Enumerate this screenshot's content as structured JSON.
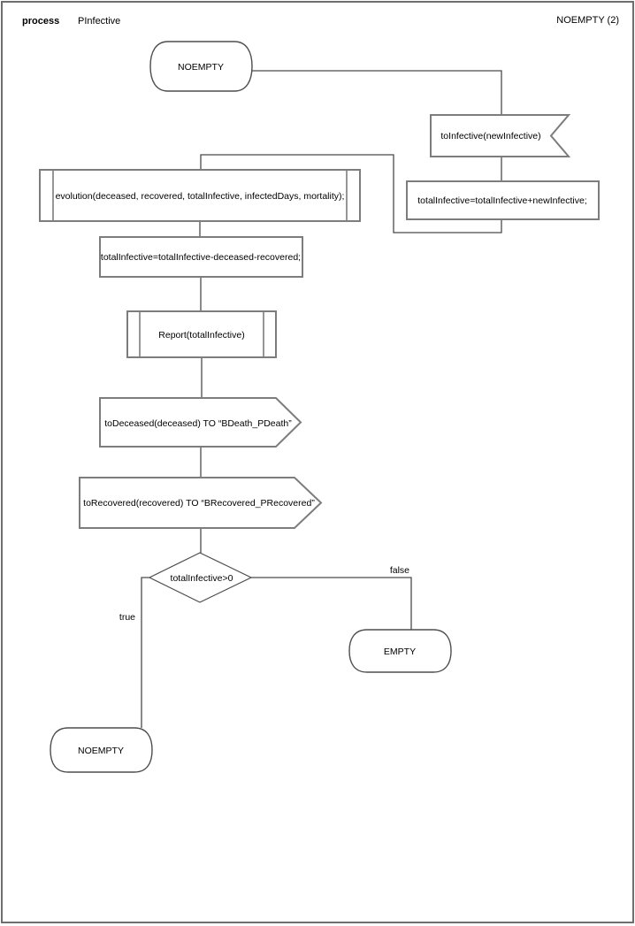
{
  "header": {
    "kind": "process",
    "process_name": "PInfective",
    "page_ref": "NOEMPTY (2)"
  },
  "diagram": {
    "nodes": [
      {
        "id": "state-noempty-top",
        "type": "state",
        "label": "NOEMPTY"
      },
      {
        "id": "input-toinfective",
        "type": "input-signal",
        "label": "toInfective(newInfective)"
      },
      {
        "id": "task-add-newinfective",
        "type": "task",
        "label": "totalInfective=totalInfective+newInfective;"
      },
      {
        "id": "procedure-call-evolution",
        "type": "procedure-call",
        "label": "evolution(deceased, recovered, totalInfective, infectedDays, mortality);"
      },
      {
        "id": "task-subtract-deceased-recovered",
        "type": "task",
        "label": "totalInfective=totalInfective-deceased-recovered;"
      },
      {
        "id": "procedure-call-report",
        "type": "procedure-call",
        "label": "Report(totalInfective)"
      },
      {
        "id": "output-todeceased",
        "type": "output-signal",
        "label": "toDeceased(deceased) TO “BDeath_PDeath”"
      },
      {
        "id": "output-torecovered",
        "type": "output-signal",
        "label": "toRecovered(recovered) TO “BRecovered_PRecovered”"
      },
      {
        "id": "decision-totalinfective",
        "type": "decision",
        "label": "totalInfective>0"
      },
      {
        "id": "state-empty",
        "type": "state",
        "label": "EMPTY"
      },
      {
        "id": "state-noempty-bottom",
        "type": "state",
        "label": "NOEMPTY"
      }
    ],
    "branches": {
      "true_label": "true",
      "false_label": "false"
    },
    "colors": {
      "shape_border": "#7d7d7d",
      "state_border": "#4d4d4d",
      "connector": "#4a4a4a",
      "text": "#000000",
      "background": "#ffffff"
    }
  }
}
